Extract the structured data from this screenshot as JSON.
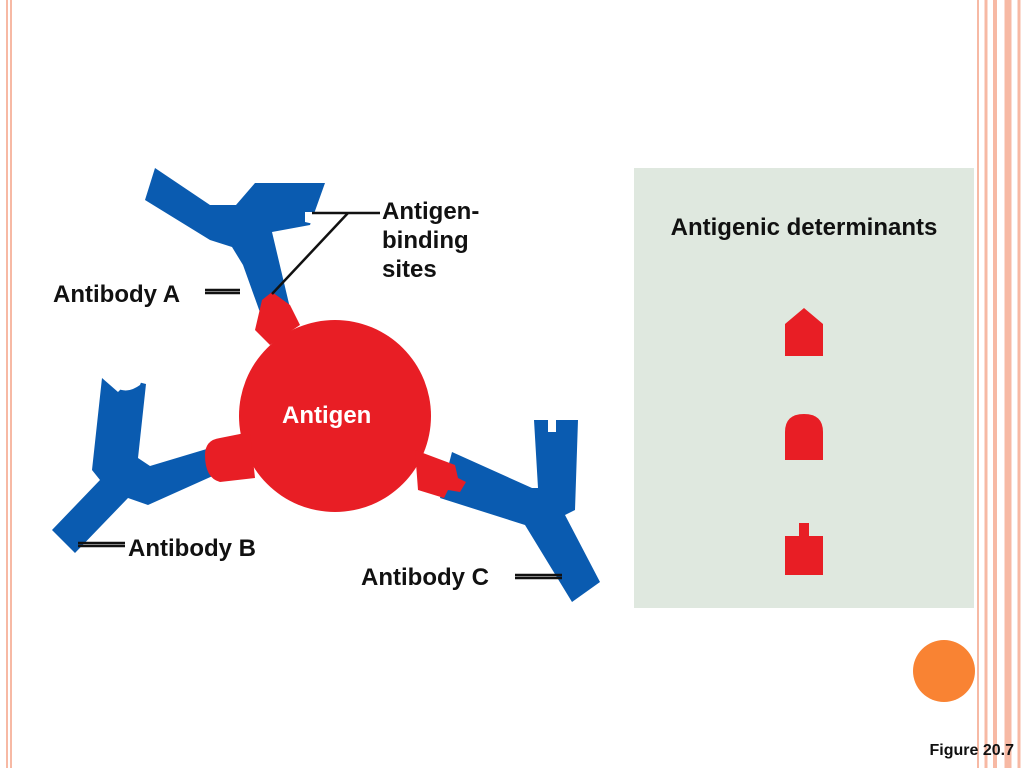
{
  "labels": {
    "antigen_binding_sites": [
      "Antigen-",
      "binding",
      "sites"
    ],
    "antibody_a": "Antibody A",
    "antibody_b": "Antibody B",
    "antibody_c": "Antibody C",
    "antigen": "Antigen"
  },
  "panel": {
    "title": "Antigenic determinants"
  },
  "footer": {
    "figure": "Figure 20.7"
  },
  "colors": {
    "antibody": "#0a5bb0",
    "antigen": "#e81e25",
    "panel_bg": "#dfe8df",
    "border": "#f7b9a4",
    "accent_dot": "#f98333"
  }
}
